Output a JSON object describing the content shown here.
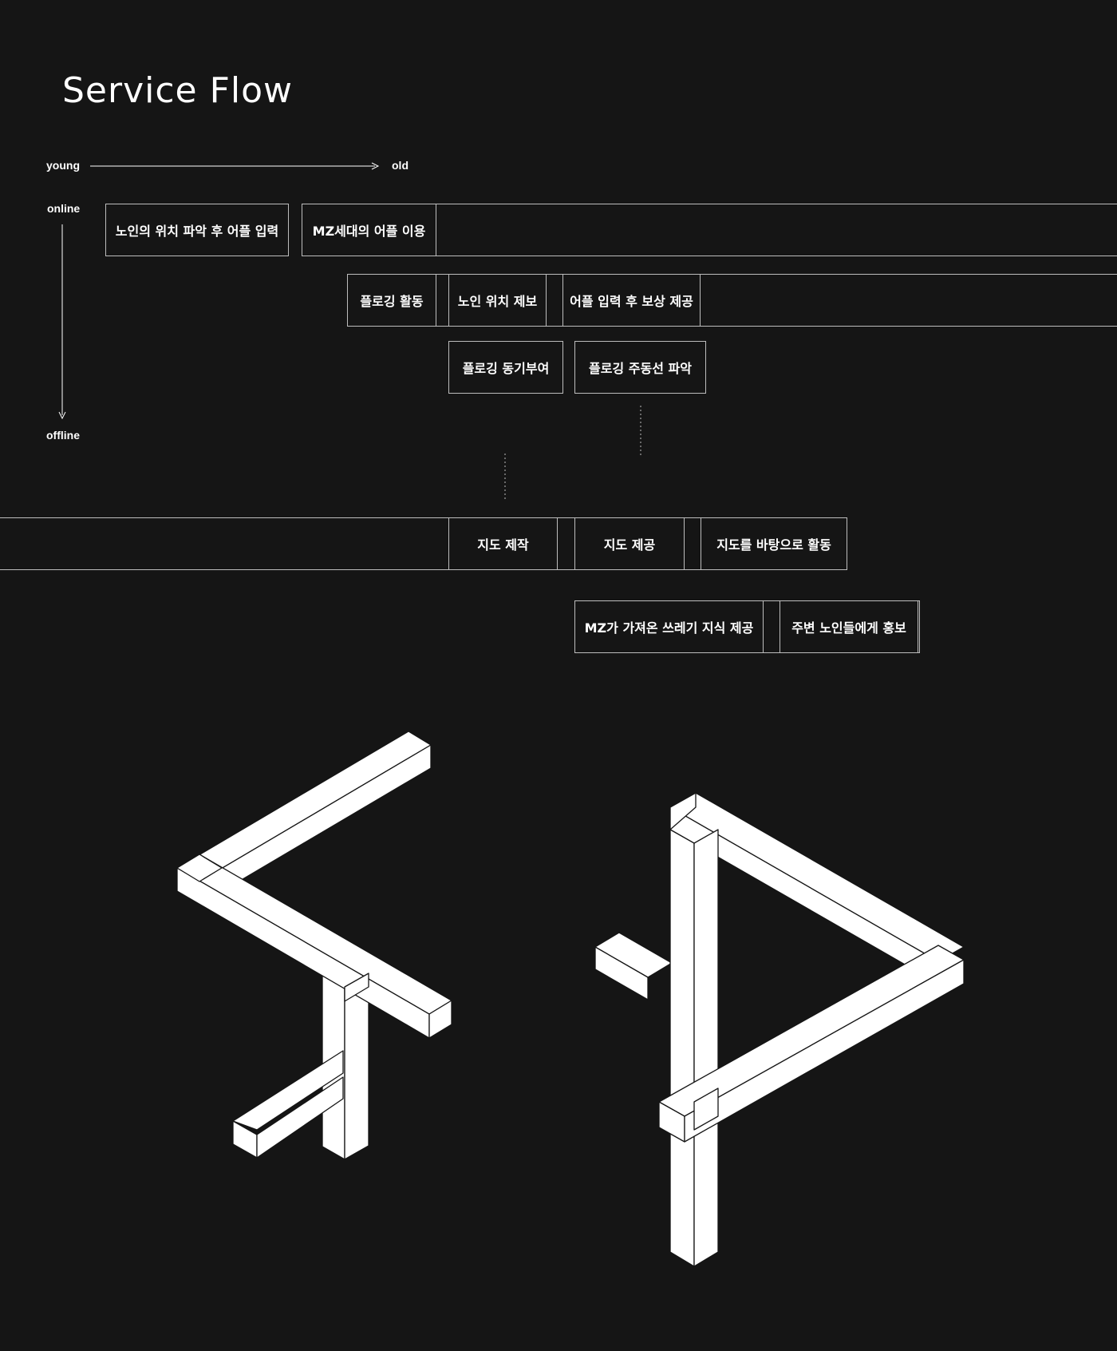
{
  "title": "Service Flow",
  "axis": {
    "young": "young",
    "old": "old",
    "online": "online",
    "offline": "offline"
  },
  "steps": {
    "s1": "노인의 위치 파악 후 어플 입력",
    "s2": "MZ세대의 어플 이용",
    "s3": "플로깅 활동",
    "s4": "노인 위치 제보",
    "s5": "어플 입력 후 보상 제공",
    "s6": "플로깅 동기부여",
    "s7": "플로깅 주동선 파악",
    "s8": "지도 제작",
    "s9": "지도 제공",
    "s10": "지도를 바탕으로 활동",
    "s11": "MZ가 가져온 쓰레기 지식 제공",
    "s12": "주변 노인들에게 홍보"
  },
  "colors": {
    "background": "#151515",
    "line": "#bdbdbd",
    "shape_fill": "#ffffff",
    "shape_stroke": "#151515"
  }
}
